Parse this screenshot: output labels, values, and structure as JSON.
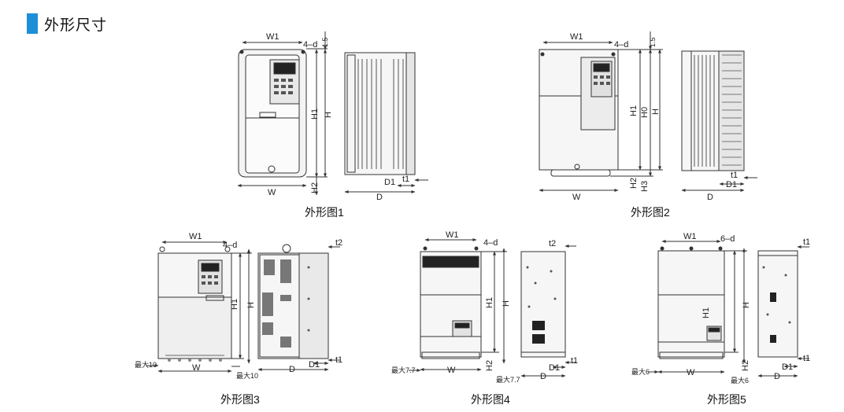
{
  "section": {
    "title": "外形尺寸",
    "accent_color": "#1e8fd6"
  },
  "figures": [
    {
      "caption": "外形图1",
      "labels": {
        "w1": "W1",
        "w": "W",
        "h": "H",
        "h1": "H1",
        "h2": "H2",
        "d": "D",
        "d1": "D1",
        "t1": "t1",
        "hole": "4–d",
        "top_clear": "1.5"
      }
    },
    {
      "caption": "外形图2",
      "labels": {
        "w1": "W1",
        "w": "W",
        "h": "H",
        "h0": "H0",
        "h1": "H1",
        "h2": "H2",
        "h3": "H3",
        "d": "D",
        "d1": "D1",
        "t1": "t1",
        "hole": "4–d",
        "top_clear": "1.5"
      }
    },
    {
      "caption": "外形图3",
      "labels": {
        "w1": "W1",
        "w": "W",
        "h": "H",
        "h1": "H1",
        "d": "D",
        "d1": "D1",
        "t1": "t1",
        "t2": "t2",
        "hole": "4–d",
        "max_left": "最大10",
        "max_right": "最大10"
      }
    },
    {
      "caption": "外形图4",
      "labels": {
        "w1": "W1",
        "w": "W",
        "h": "H",
        "h1": "H1",
        "h2": "H2",
        "d": "D",
        "d1": "D1",
        "t1": "t1",
        "t2": "t2",
        "hole": "4–d",
        "max_left": "最大7.7",
        "max_right": "最大7.7"
      }
    },
    {
      "caption": "外形图5",
      "labels": {
        "w1": "W1",
        "w": "W",
        "h": "H",
        "h1": "H1",
        "h2": "H2",
        "d": "D",
        "d1": "D1",
        "t1": "t1",
        "hole": "6–d",
        "max_left": "最大6",
        "max_right": "最大6"
      }
    }
  ]
}
